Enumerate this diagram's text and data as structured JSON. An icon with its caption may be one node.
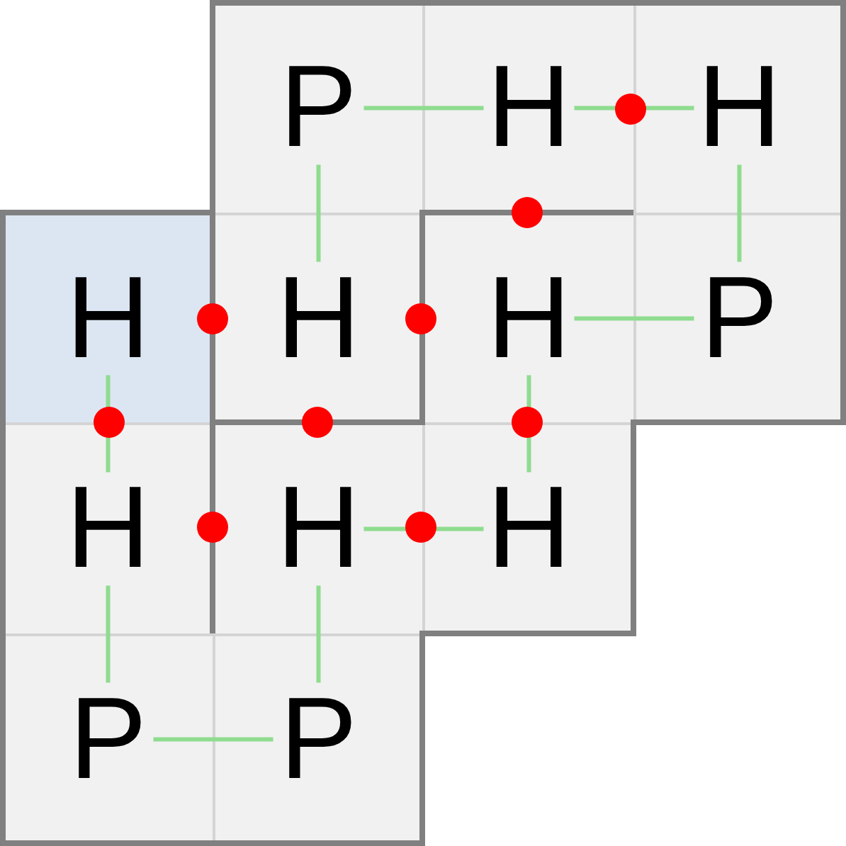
{
  "diagram": {
    "nodes": [
      {
        "text": [
          "P"
        ]
      },
      {
        "text": [
          "H"
        ]
      },
      {
        "text": [
          "H"
        ]
      },
      {
        "text": [
          "H"
        ]
      },
      {
        "text": [
          "H"
        ]
      },
      {
        "text": [
          "H"
        ]
      },
      {
        "text": [
          "P"
        ]
      },
      {
        "text": [
          "H"
        ]
      },
      {
        "text": [
          "H"
        ]
      },
      {
        "text": [
          "H"
        ]
      },
      {
        "text": [
          "P"
        ]
      },
      {
        "text": [
          "P"
        ]
      }
    ],
    "edges": [
      {
        "from": 3,
        "to": 7,
        "arrow": "none"
      },
      {
        "from": 7,
        "to": 10,
        "arrow": "none"
      },
      {
        "from": 10,
        "to": 11,
        "arrow": "none"
      },
      {
        "from": 11,
        "to": 8,
        "arrow": "none"
      },
      {
        "from": 8,
        "to": 9,
        "arrow": "none"
      },
      {
        "from": 9,
        "to": 5,
        "arrow": "none"
      },
      {
        "from": 5,
        "to": 6,
        "arrow": "none"
      },
      {
        "from": 6,
        "to": 2,
        "arrow": "none"
      },
      {
        "from": 2,
        "to": 1,
        "arrow": "none"
      },
      {
        "from": 1,
        "to": 0,
        "arrow": "none"
      },
      {
        "from": 0,
        "to": 4,
        "arrow": "none"
      }
    ]
  }
}
